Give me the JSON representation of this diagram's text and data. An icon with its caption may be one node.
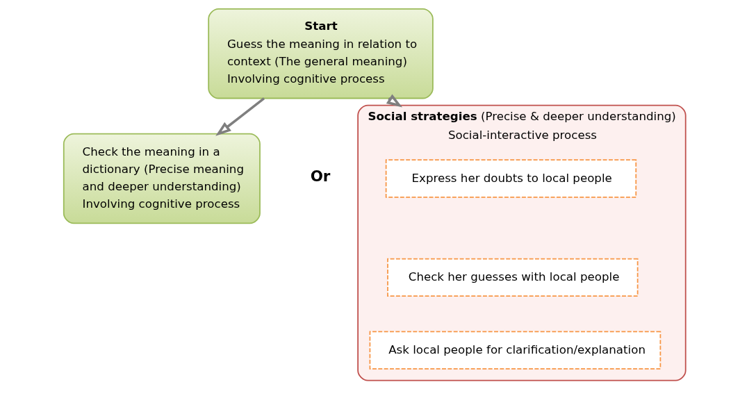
{
  "diagram": {
    "nodes": [
      {
        "text": [
          "Start",
          "Guess the meaning in relation to context (The general meaning)",
          "Involving cognitive process"
        ]
      },
      {
        "text": [
          "Check the meaning in a dictionary (Precise meaning and deeper understanding)",
          "Involving cognitive process"
        ]
      },
      {
        "text": [
          "**Social strategies** (Precise & deeper understanding)",
          "Social-interactive process"
        ]
      },
      {
        "text": [
          "Express her doubts to local people"
        ],
        "in": 2
      },
      {
        "text": [
          "Check her guesses with local people"
        ],
        "in": 2
      },
      {
        "text": [
          "Ask local people for clarification/explanation"
        ],
        "in": 2
      }
    ],
    "edges": [
      {
        "from": 0,
        "to": 1,
        "arrow": "to"
      },
      {
        "from": 0,
        "to": 2,
        "arrow": "to"
      }
    ],
    "labels": [
      "Or"
    ]
  }
}
